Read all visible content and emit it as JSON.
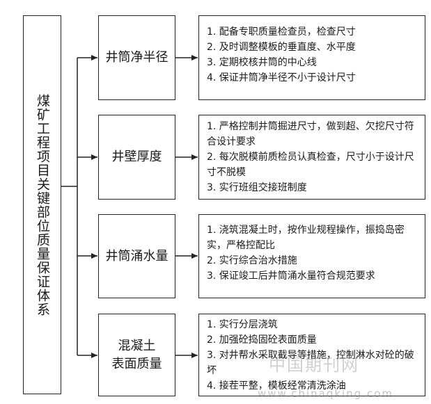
{
  "root": {
    "label": "煤矿工程项目关键部位质量保证体系"
  },
  "branches": [
    {
      "label_lines": [
        "井筒净半径"
      ],
      "items": [
        "1. 配备专职质量检查员，检查尺寸",
        "2. 及时调整模板的垂直度、水平度",
        "3. 定期校核井筒的中心线",
        "4. 保证井筒净半径不小于设计尺寸"
      ]
    },
    {
      "label_lines": [
        "井壁厚度"
      ],
      "items": [
        "1. 严格控制井筒掘进尺寸，做到超、欠挖尺寸符合设计要求",
        "2. 每次脱模前质检员认真检查，尺寸小于设计尺寸不脱模",
        "3. 实行班组交接班制度"
      ]
    },
    {
      "label_lines": [
        "井筒涌水量"
      ],
      "items": [
        "1. 浇筑混凝土时，按作业规程操作，振捣岛密实，严格控配比",
        "2. 实行综合治水措施",
        "3. 保证竣工后井筒涌水量符合规范要求"
      ]
    },
    {
      "label_lines": [
        "混凝土",
        "表面质量"
      ],
      "items": [
        "1. 实行分层浇筑",
        "2. 加强砼捣固砼表面质量",
        "3. 对井帮水采取截导等措施，控制淋水对砼的破坏",
        "4. 接茬平整，模板经常清洗涂油"
      ]
    }
  ],
  "watermark": {
    "name": "中国期刊网",
    "url": "www.chinaqking.com"
  }
}
